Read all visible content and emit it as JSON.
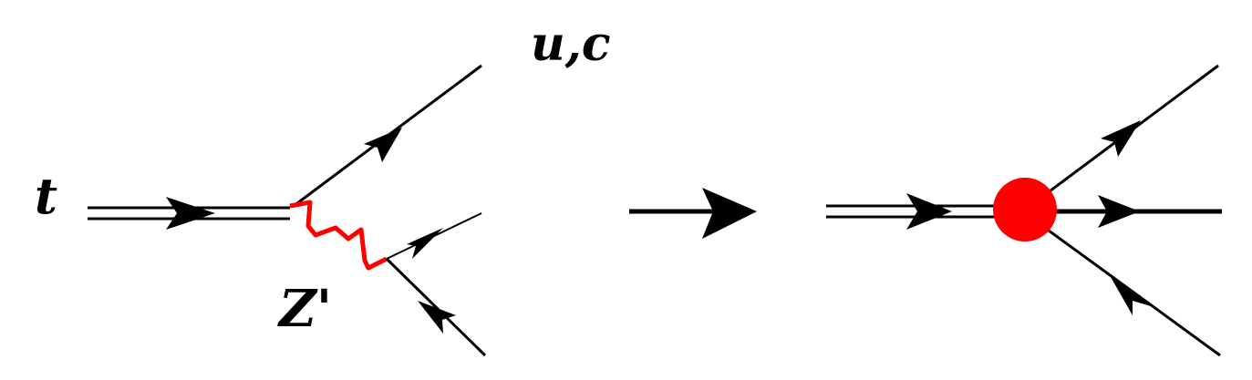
{
  "labels": {
    "top_quark": "t",
    "final_quarks": "u,c",
    "mediator": "Z'"
  },
  "colors": {
    "line": "#000000",
    "mediator": "#ff0000",
    "effective_vertex": "#ff0000"
  }
}
